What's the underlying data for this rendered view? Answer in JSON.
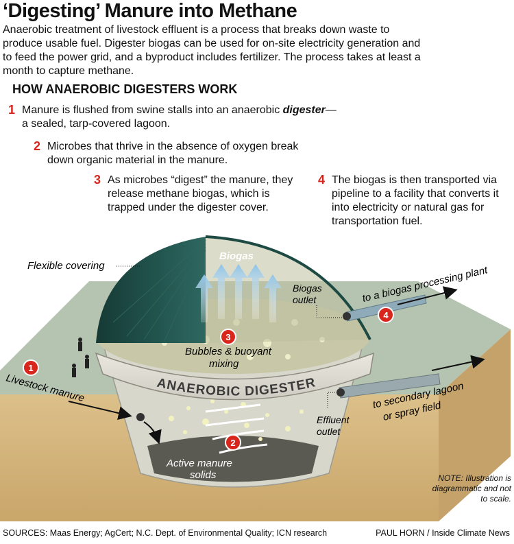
{
  "title": "‘Digesting’ Manure into Methane",
  "intro": "Anaerobic treatment of livestock effluent is a process that breaks down waste to produce usable fuel. Digester biogas can be used for on-site electricity generation and to feed the power grid, and a byproduct includes fertilizer. The process takes at least a month to capture methane.",
  "section_heading": "HOW ANAEROBIC DIGESTERS WORK",
  "steps": [
    {
      "num": "1",
      "text_a": "Manure is flushed from swine stalls into an anaerobic ",
      "emph": "digester",
      "text_b": "—a sealed, tarp-covered lagoon."
    },
    {
      "num": "2",
      "text": "Microbes that thrive in the absence of oxygen break down organic material in the manure."
    },
    {
      "num": "3",
      "text": "As microbes “digest” the manure, they release methane biogas, which is trapped under the digester cover."
    },
    {
      "num": "4",
      "text": "The biogas is then transported via pipeline to a facility that converts it into electricity or natural gas for transportation fuel."
    }
  ],
  "labels": {
    "flexible_covering": "Flexible covering",
    "biogas": "Biogas",
    "biogas_outlet_1": "Biogas",
    "biogas_outlet_2": "outlet",
    "to_processing_plant": "to a biogas processing plant",
    "bubbles_1": "Bubbles & buoyant",
    "bubbles_2": "mixing",
    "livestock_manure": "Livestock manure",
    "digester_band": "ANAEROBIC DIGESTER",
    "secondary_lagoon_1": "to secondary lagoon",
    "secondary_lagoon_2": "or spray field",
    "effluent_1": "Effluent",
    "effluent_2": "outlet",
    "solids_1": "Active manure",
    "solids_2": "solids",
    "marker_1": "1",
    "marker_2": "2",
    "marker_3": "3",
    "marker_4": "4"
  },
  "note": "NOTE: Illustration is diagrammatic and not to scale.",
  "sources": "SOURCES: Maas Energy; AgCert; N.C. Dept. of Environmental Quality; ICN research",
  "credit": "PAUL HORN / Inside Climate News",
  "colors": {
    "accent_red": "#d9261c",
    "dome": "#1e4a44",
    "soil": "#d6b77e",
    "ground_top": "#b5c3b1",
    "liquid": "#c8c7a8",
    "arrow_blue": "#8fc3e6"
  }
}
